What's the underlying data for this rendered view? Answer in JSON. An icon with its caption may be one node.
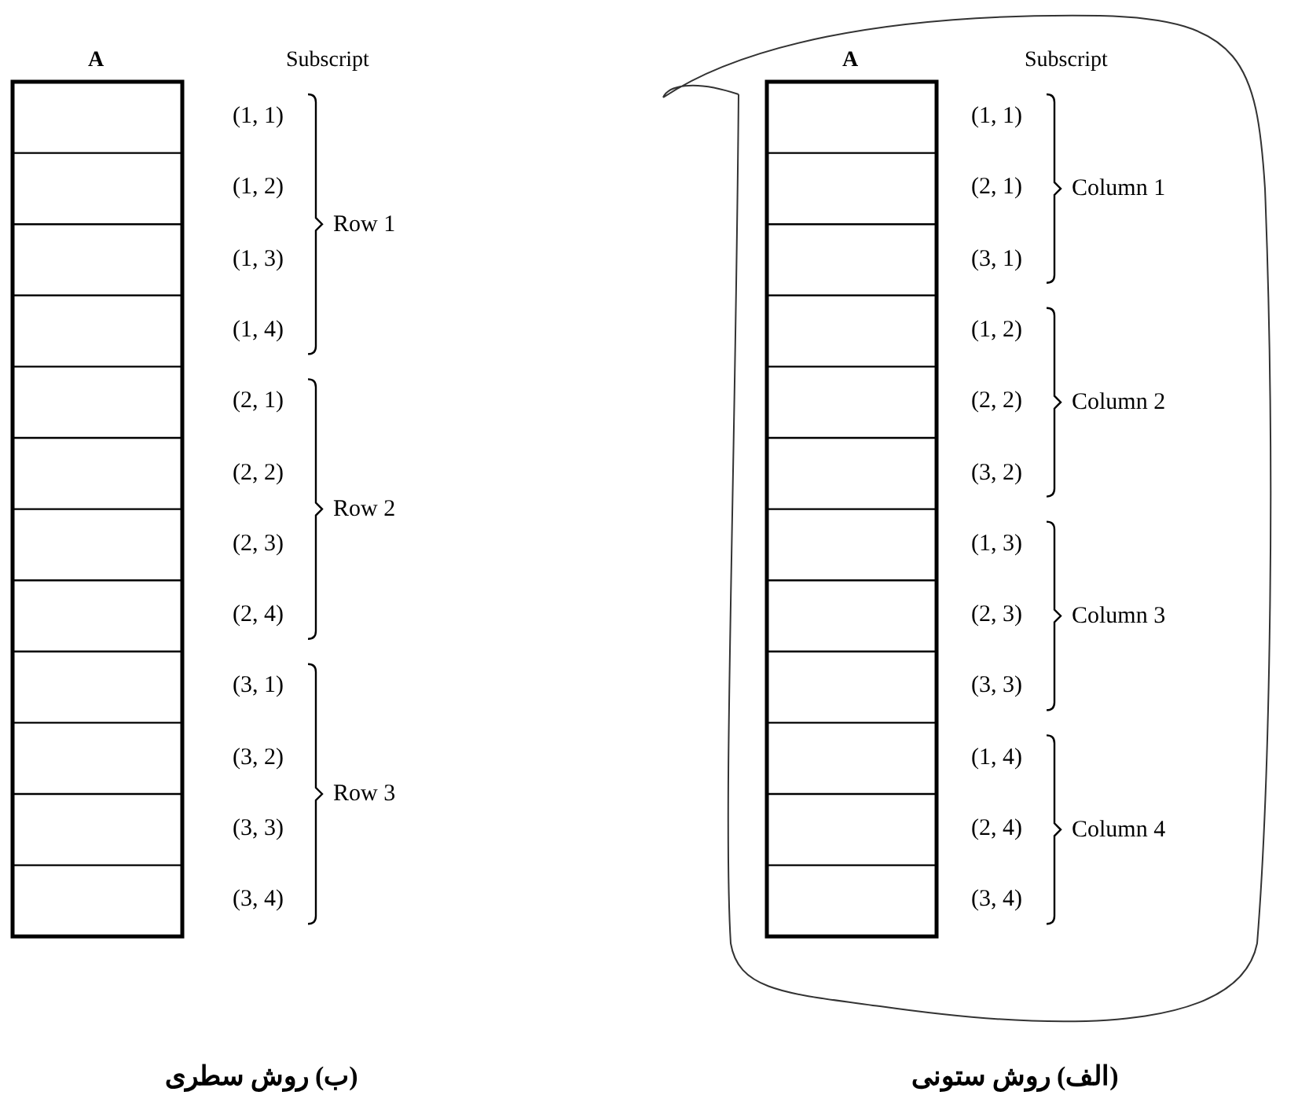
{
  "diagram": {
    "labels": [
      "A",
      "Subscript",
      "(1, 1)",
      "(1, 2)",
      "(1, 3)",
      "(1, 4)",
      "(2, 1)",
      "(2, 2)",
      "(2, 3)",
      "(2, 4)",
      "(3, 1)",
      "(3, 2)",
      "(3, 3)",
      "(3, 4)",
      "Row 1",
      "Row 2",
      "Row 3",
      "A",
      "Subscript",
      "(1, 1)",
      "(2, 1)",
      "(3, 1)",
      "(1, 2)",
      "(2, 2)",
      "(3, 2)",
      "(1, 3)",
      "(2, 3)",
      "(3, 3)",
      "(1, 4)",
      "(2, 4)",
      "(3, 4)",
      "Column 1",
      "Column 2",
      "Column 3",
      "Column 4",
      "(ب) روش سطری",
      "(الف) روش ستونی"
    ]
  }
}
